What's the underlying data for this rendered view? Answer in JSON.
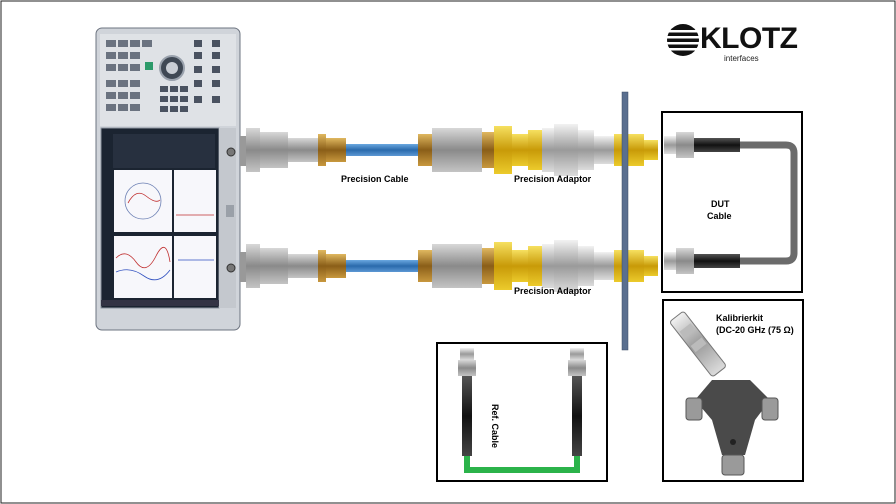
{
  "logo": {
    "brand": "KLOTZ",
    "tagline": "interfaces"
  },
  "labels": {
    "precision_cable": "Precision Cable",
    "precision_adaptor_1": "Precision Adaptor",
    "precision_adaptor_2": "Precision Adaptor",
    "dut_line1": "DUT",
    "dut_line2": "Cable",
    "ref_cable": "Ref. Cable",
    "kit_line1": "Kalibrierkit",
    "kit_line2": "(DC-20 GHz (75 Ω)"
  },
  "colors": {
    "precision_cable": "#3b7fc4",
    "adaptor_yellow": "#e8c417",
    "brass": "#b8862e",
    "dut_cable": "#6b6b6b",
    "ref_cable": "#2bb34a",
    "panel": "#5a6f8f"
  }
}
